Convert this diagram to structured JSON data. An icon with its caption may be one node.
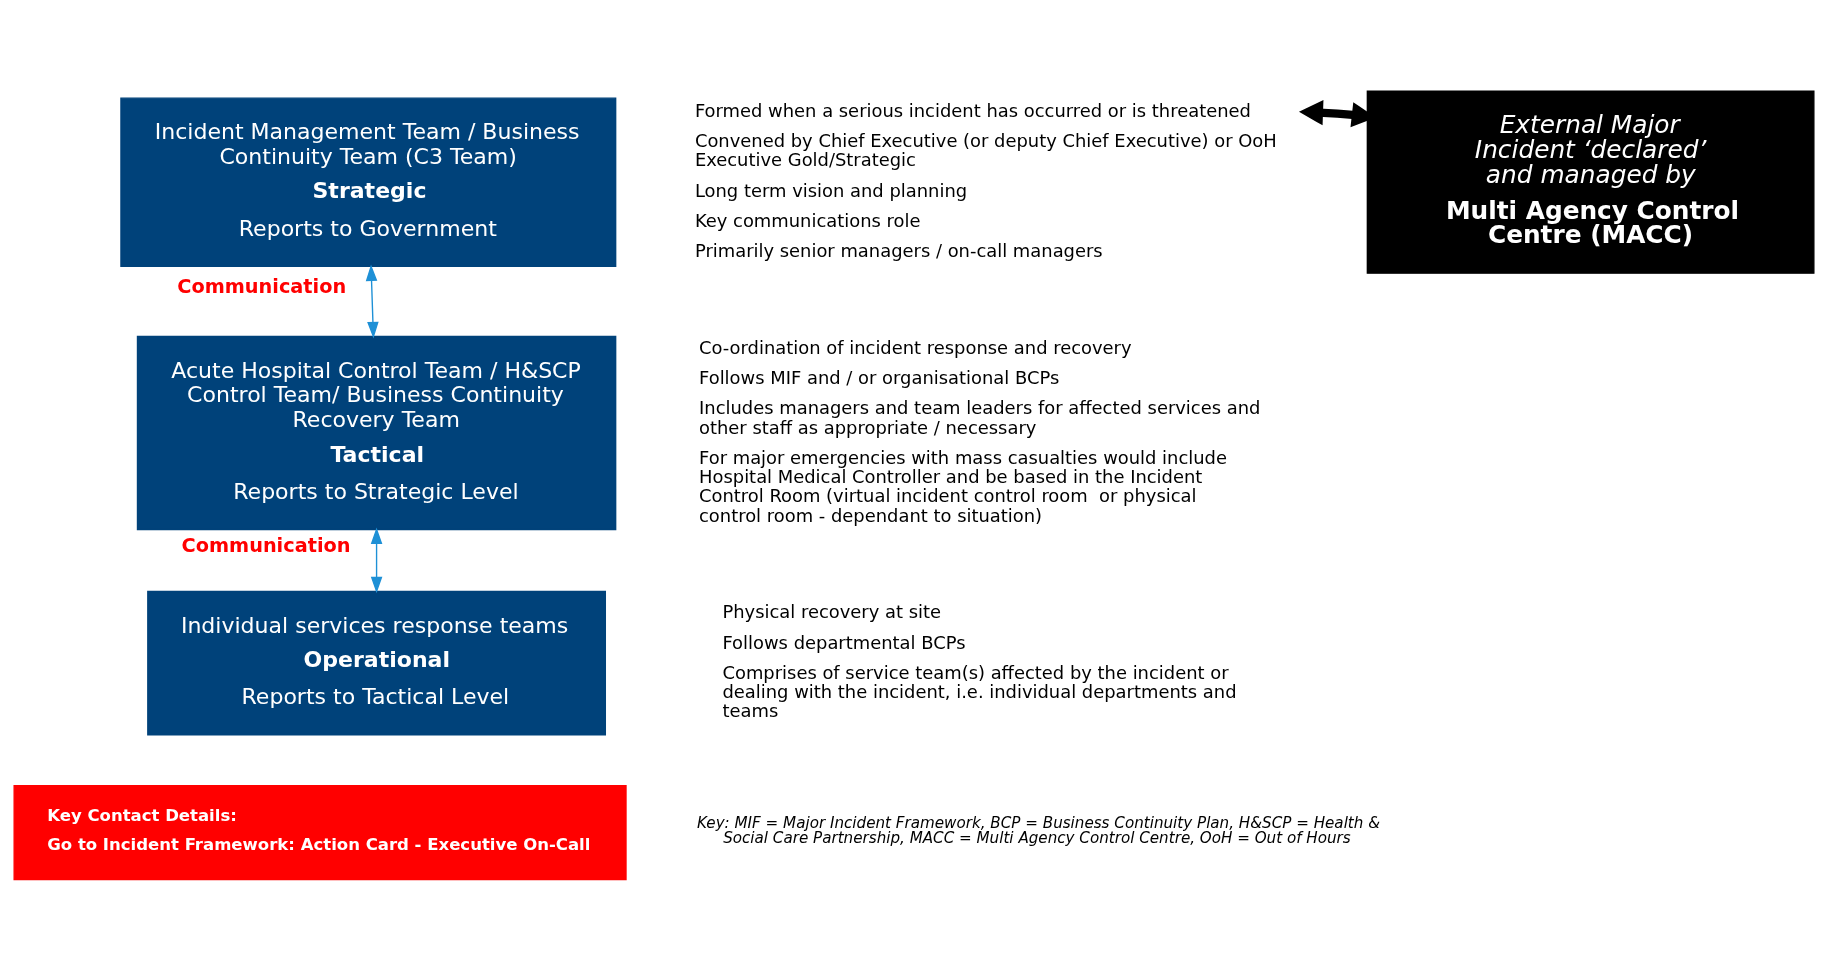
{
  "diagram": {
    "nodes": [
      {
        "text": [
          "Incident Management Team / Business Continuity Team (C3 Team)",
          "Strategic",
          "Reports to Government"
        ]
      },
      {
        "text": [
          "Formed when a serious incident has occurred or is threatened",
          "Convened by Chief Executive (or deputy Chief Executive) or OoH Executive Gold/Strategic",
          "Long term vision and planning",
          "Key communications role",
          "Primarily senior managers / on-call managers"
        ]
      },
      {
        "text": [
          "External Major Incident ‘declared’ and managed by",
          "Multi Agency Control Centre (MACC)"
        ]
      },
      {
        "text": [
          "Acute Hospital Control Team / H&SCP Control Team/ Business Continuity Recovery Team",
          "Tactical",
          "Reports to Strategic Level"
        ]
      },
      {
        "text": [
          "Co-ordination of incident response and recovery",
          "Follows MIF and / or organisational BCPs",
          "Includes managers and team leaders for affected services and other staff as appropriate / necessary",
          "For major emergencies with mass casualties would include Hospital Medical Controller and be based in the Incident Control Room (virtual incident control room  or physical  control room - dependant to situation)"
        ]
      },
      {
        "text": [
          "Individual services response teams",
          "Operational",
          "Reports to Tactical Level"
        ]
      },
      {
        "text": [
          "Physical recovery at site",
          "Follows departmental BCPs",
          "Comprises of service team(s) affected by the incident or dealing with the incident, i.e. individual departments and teams"
        ]
      },
      {
        "text": [
          "Key Contact Details:",
          "Go to Incident Framework: Action Card - Executive On-Call"
        ]
      }
    ],
    "edges": [
      {
        "from": 0,
        "to": 3,
        "arrow": "both",
        "label": "Communication",
        "color": "#1e90d6"
      },
      {
        "from": 3,
        "to": 5,
        "arrow": "both",
        "label": "Communication",
        "color": "#1e90d6"
      },
      {
        "from": 1,
        "to": 2,
        "arrow": "both",
        "style": "thick",
        "color": "#000000"
      }
    ],
    "labels": [
      "Key: MIF = Major Incident Framework, BCP = Business Continuity Plan, H&SCP = Health & Social Care Partnership, MACC = Multi Agency Control Centre, OoH = Out of Hours"
    ]
  }
}
